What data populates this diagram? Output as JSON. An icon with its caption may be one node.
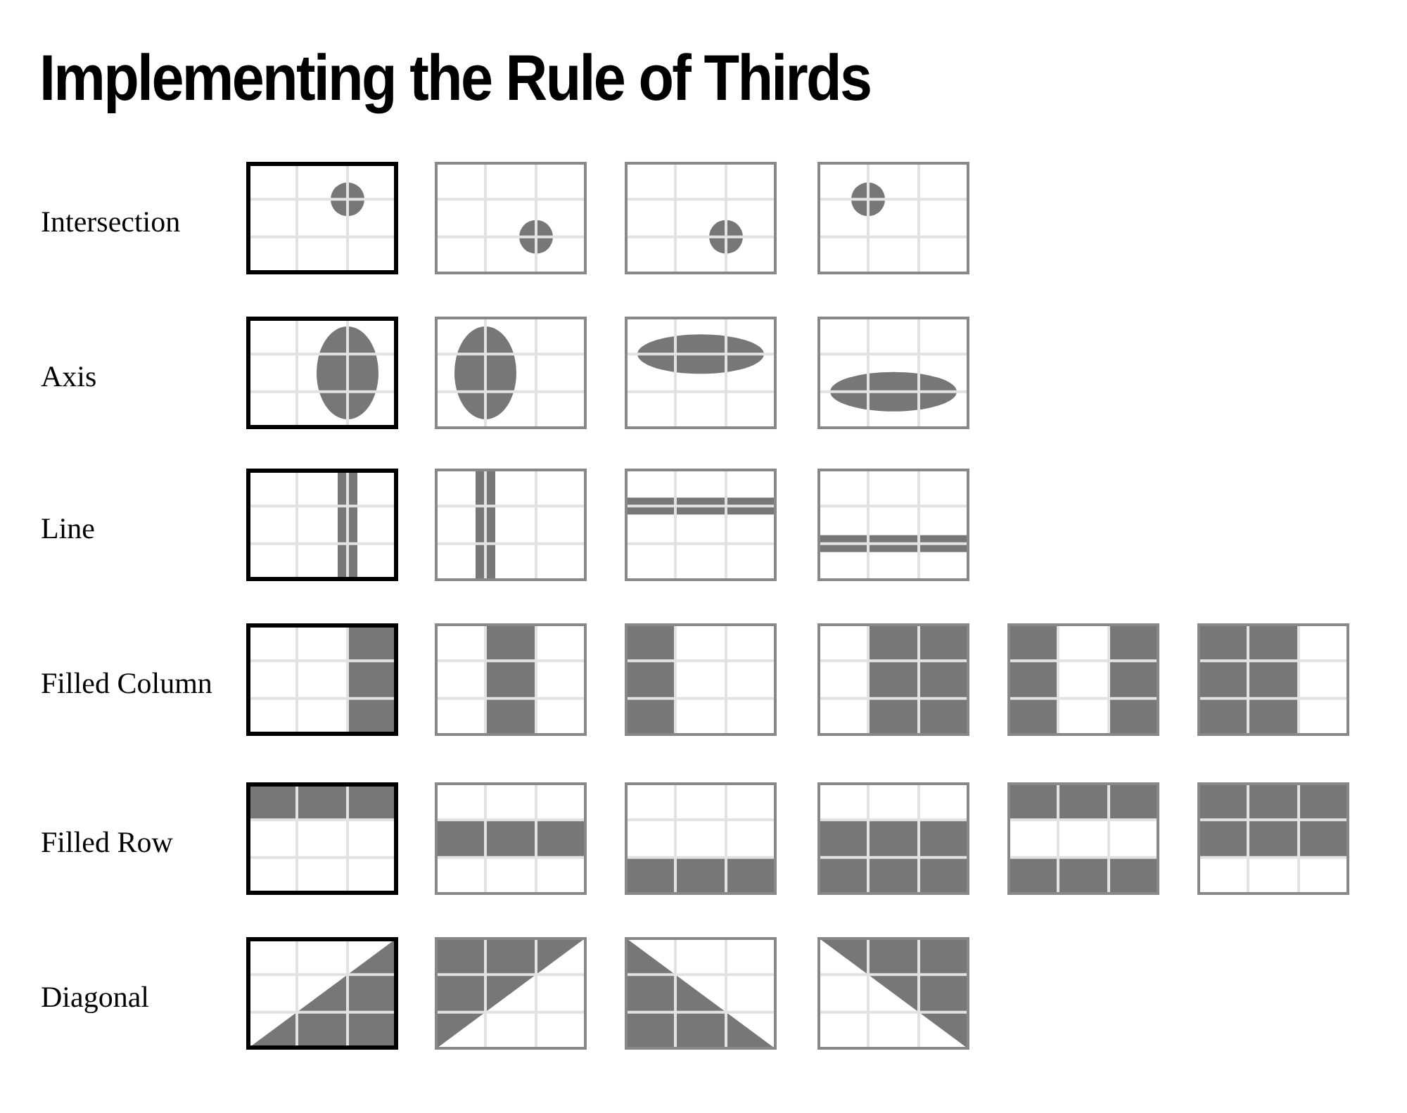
{
  "diagram": {
    "title": "Implementing the Rule of Thirds",
    "labels": [
      "Intersection",
      "Axis",
      "Line",
      "Filled Column",
      "Filled Row",
      "Diagonal"
    ]
  }
}
